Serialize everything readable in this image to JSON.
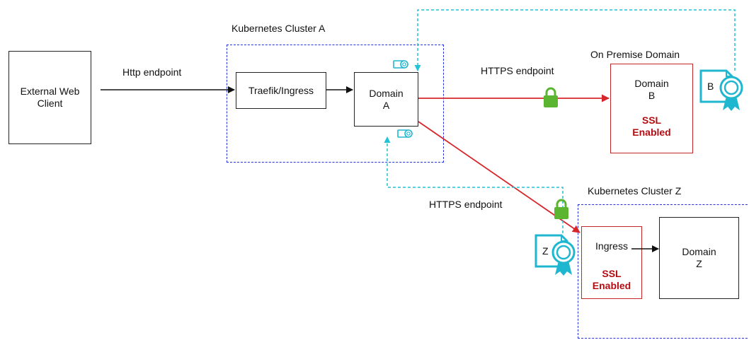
{
  "diagram": {
    "nodes": {
      "external_client": {
        "line1": "External Web",
        "line2": "Client"
      },
      "traefik": {
        "label": "Traefik/Ingress"
      },
      "domain_a": {
        "line1": "Domain",
        "line2": "A"
      },
      "domain_b": {
        "line1": "Domain",
        "line2": "B",
        "ssl1": "SSL",
        "ssl2": "Enabled"
      },
      "ingress_z": {
        "label": "Ingress",
        "ssl1": "SSL",
        "ssl2": "Enabled"
      },
      "domain_z": {
        "line1": "Domain",
        "line2": "Z"
      }
    },
    "groups": {
      "cluster_a": "Kubernetes Cluster A",
      "on_premise": "On Premise Domain",
      "cluster_z": "Kubernetes Cluster Z"
    },
    "edges": {
      "client_to_traefik": "Http endpoint",
      "a_to_b": "HTTPS endpoint",
      "a_to_z": "HTTPS endpoint"
    },
    "certificates": {
      "cert_b": "B",
      "cert_z": "Z"
    },
    "colors": {
      "black_arrow": "#111111",
      "https_arrow": "#d6262b",
      "cert_link": "#22c3d6",
      "cluster_border": "#2433d9",
      "lock": "#5cb531",
      "ssl_text": "#b30d12"
    },
    "icons": [
      "lock-icon",
      "certificate-icon"
    ]
  }
}
